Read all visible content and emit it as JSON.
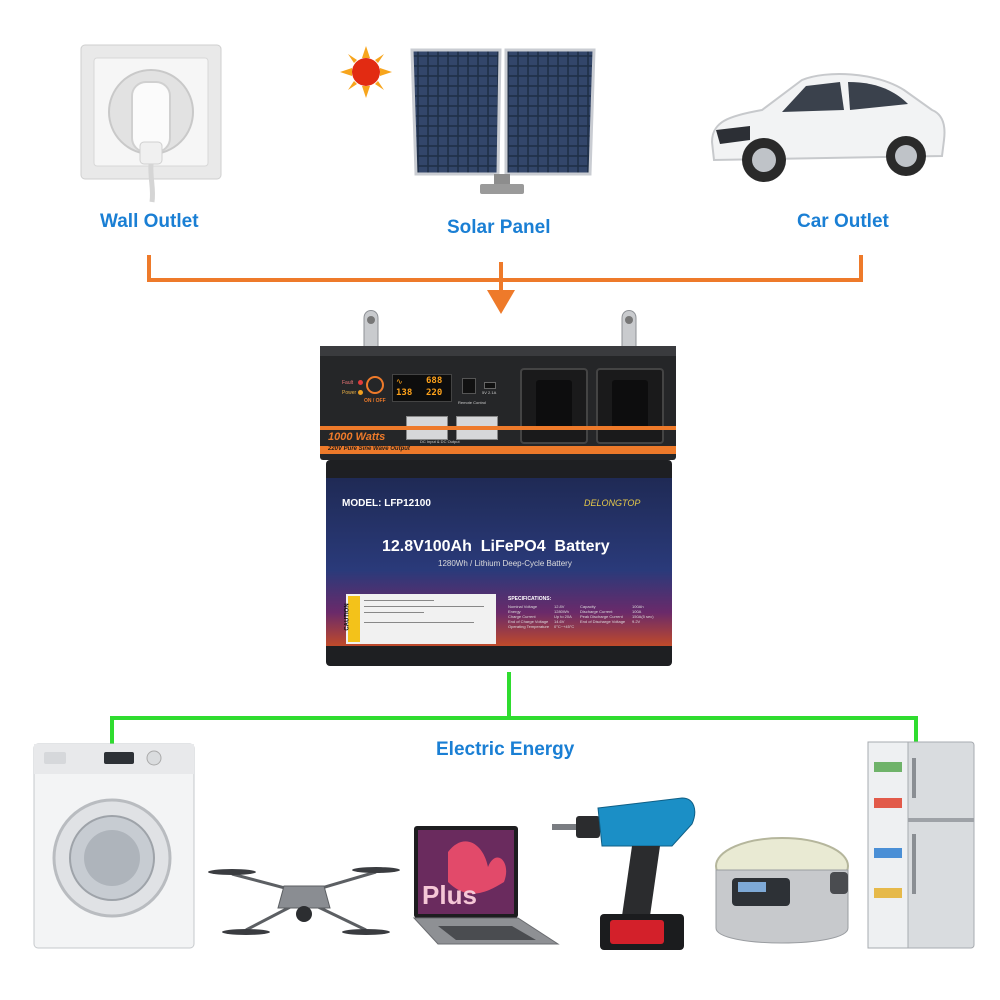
{
  "sources": {
    "wall": "Wall Outlet",
    "solar": "Solar Panel",
    "car": "Car Outlet"
  },
  "output_label": "Electric Energy",
  "inverter": {
    "power": "1000 Watts",
    "subtitle": "220V Pure Sine Wave Output",
    "fault": "Fault",
    "power_led": "Power",
    "onoff": "ON / OFF",
    "lcd_top": "688",
    "lcd_bottom_left": "138",
    "lcd_bottom_right": "220",
    "remote": "Remote Control",
    "usb": "5V 2.1A",
    "dc_io": "DC Input & DC Output"
  },
  "battery": {
    "model": "MODEL: LFP12100",
    "brand": "DELONGTOP",
    "title": "12.8V100Ah  LiFePO4  Battery",
    "subtitle": "1280Wh / Lithium Deep-Cycle Battery",
    "caution": "CAUTION",
    "spec_title": "SPECIFICATIONS:",
    "specs": [
      [
        "Nominal Voltage",
        "12.8V",
        "Capacity",
        "100Ah"
      ],
      [
        "Energy",
        "1280Wh",
        "Discharge Current",
        "100A"
      ],
      [
        "Charge Current",
        "Up to 20A",
        "Peak Discharge Current",
        "150A(5 sec)"
      ],
      [
        "End of Charge Voltage",
        "14.6V",
        "End of Discharge Voltage",
        "9.2V"
      ],
      [
        "Operating Temperature",
        "0°C~+45°C",
        "",
        ""
      ]
    ]
  },
  "colors": {
    "label_blue": "#1a7fd4",
    "input_line": "#ee7a2a",
    "output_line": "#2fdc2f"
  },
  "icons": [
    "wall-outlet-icon",
    "sun-icon",
    "solar-panel-icon",
    "car-icon",
    "washing-machine-icon",
    "drone-icon",
    "laptop-icon",
    "drill-icon",
    "rice-cooker-icon",
    "refrigerator-icon"
  ]
}
